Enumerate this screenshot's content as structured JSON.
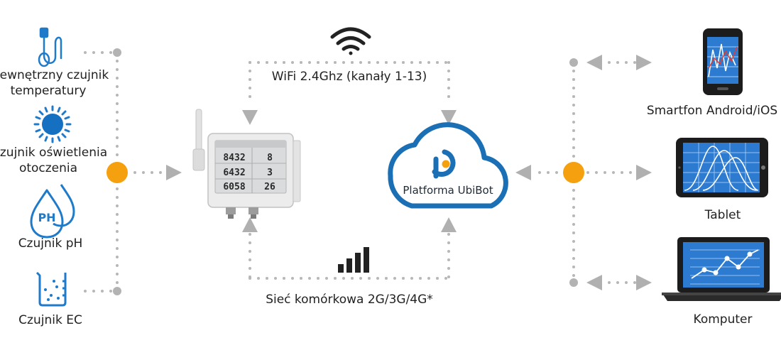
{
  "sensors": {
    "external_temp": {
      "line1": "Zewnętrzny czujnik",
      "line2": "temperatury"
    },
    "ambient_light": {
      "line1": "Czujnik oświetlenia",
      "line2": "otoczenia"
    },
    "ph": {
      "label": "Czujnik pH",
      "icon_text": "PH"
    },
    "ec": {
      "label": "Czujnik EC"
    }
  },
  "connections": {
    "wifi": "WiFi 2.4Ghz (kanały 1-13)",
    "cellular": "Sieć komórkowa 2G/3G/4G*"
  },
  "platform": {
    "label": "Platforma UbiBot"
  },
  "device_display": {
    "r1_left": "8432",
    "r1_right": "8",
    "r2_left": "6432",
    "r2_right": "3",
    "r3_left": "6058",
    "r3_right": "26"
  },
  "clients": {
    "smartphone": "Smartfon Android/iOS",
    "tablet": "Tablet",
    "computer": "Komputer"
  },
  "colors": {
    "accent_orange": "#f5a00f",
    "brand_blue": "#1a6fb5",
    "line_gray": "#b4b4b4",
    "device_blue": "#1e79c8"
  }
}
